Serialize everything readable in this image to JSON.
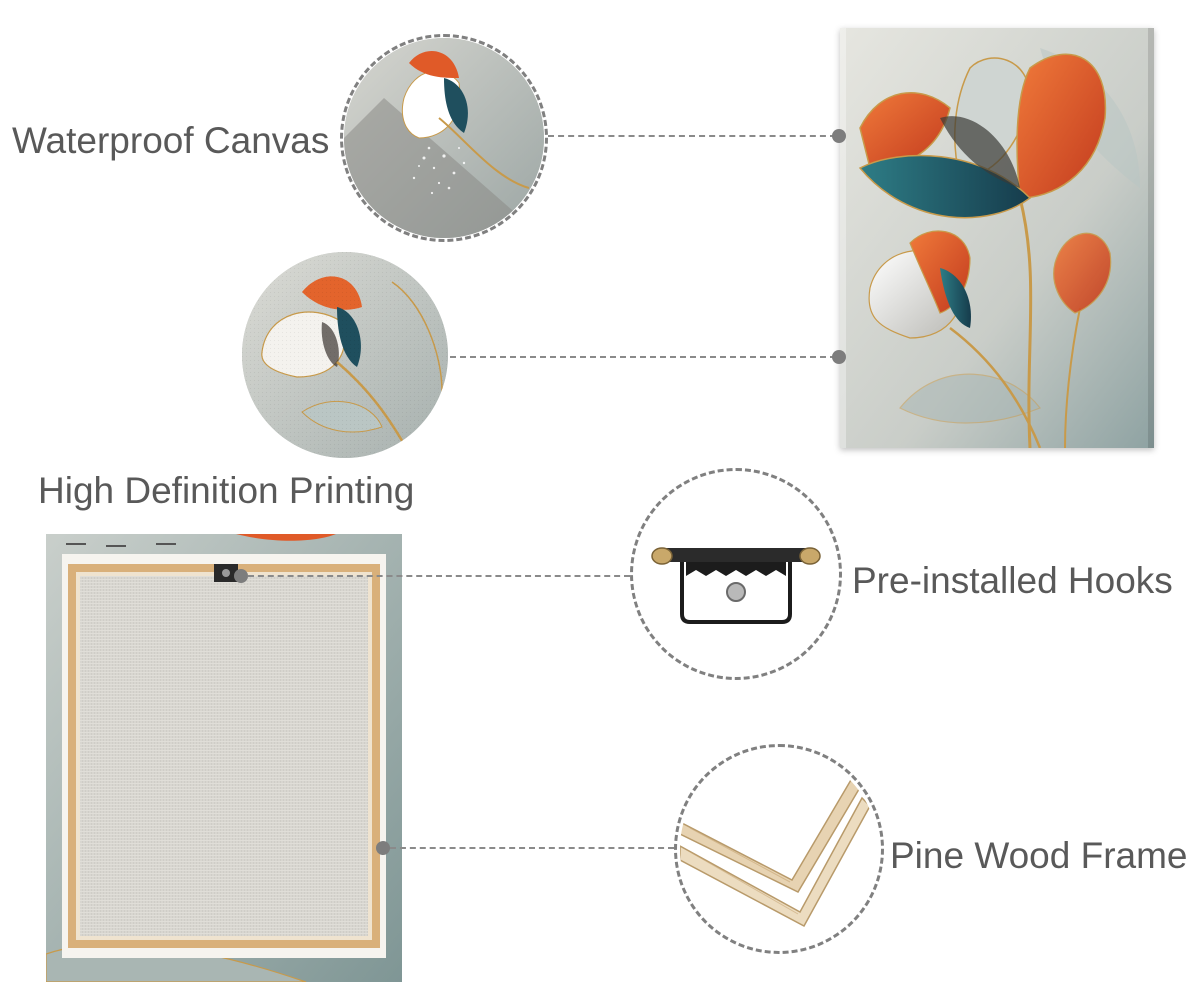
{
  "callouts": {
    "waterproof": "Waterproof Canvas",
    "printing": "High Definition Printing",
    "hooks": "Pre-installed Hooks",
    "frame": "Pine Wood Frame"
  },
  "colors": {
    "text": "#595959",
    "dash": "#808080",
    "petal_orange": "#e0542a",
    "petal_teal": "#1f5a6a",
    "gold": "#c89a4a",
    "canvas_bg": "#dcdcd6"
  },
  "icons": [
    "lotus-flower-icon",
    "canvas-back-icon",
    "hook-bracket-icon",
    "wood-corner-icon"
  ]
}
